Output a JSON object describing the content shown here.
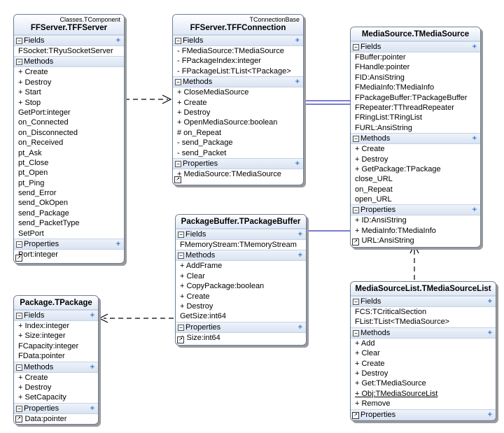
{
  "ui": {
    "fields_label": "Fields",
    "methods_label": "Methods",
    "properties_label": "Properties"
  },
  "classes": {
    "ffserver": {
      "stereotype": "Classes.TComponent",
      "name": "FFServer.TFFServer",
      "fields": [
        "FSocket:TRyuSocketServer"
      ],
      "methods": [
        "+ Create",
        "+ Destroy",
        "+ Start",
        "+ Stop",
        "GetPort:integer",
        "on_Connected",
        "on_Disconnected",
        "on_Received",
        "pt_Ask",
        "pt_Close",
        "pt_Open",
        "pt_Ping",
        "send_Error",
        "send_OkOpen",
        "send_Package",
        "send_PacketType",
        "SetPort"
      ],
      "properties": [
        "Port:integer"
      ]
    },
    "ffconnection": {
      "stereotype": "TConnectionBase",
      "name": "FFServer.TFFConnection",
      "fields": [
        "- FMediaSource:TMediaSource",
        "- FPackageIndex:integer",
        "- FPackageList:TList<TPackage>"
      ],
      "methods": [
        "+ CloseMediaSource",
        "+ Create",
        "+ Destroy",
        "+ OpenMediaSource:boolean",
        "# on_Repeat",
        "- send_Package",
        "- send_Packet"
      ],
      "properties": [
        "+ MediaSource:TMediaSource"
      ]
    },
    "mediasource": {
      "stereotype": "",
      "name": "MediaSource.TMediaSource",
      "fields": [
        "FBuffer:pointer",
        "FHandle:pointer",
        "FID:AnsiString",
        "FMediaInfo:TMediaInfo",
        "FPackageBuffer:TPackageBuffer",
        "FRepeater:TThreadRepeater",
        "FRingList:TRingList",
        "FURL:AnsiString"
      ],
      "methods": [
        "+ Create",
        "+ Destroy",
        "+ GetPackage:TPackage",
        "close_URL",
        "on_Repeat",
        "open_URL"
      ],
      "properties": [
        "+ ID:AnsiString",
        "+ MediaInfo:TMediaInfo",
        "+ URL:AnsiString"
      ]
    },
    "packagebuffer": {
      "stereotype": "",
      "name": "PackageBuffer.TPackageBuffer",
      "fields": [
        "FMemoryStream:TMemoryStream"
      ],
      "methods": [
        "+ AddFrame",
        "+ Clear",
        "+ CopyPackage:boolean",
        "+ Create",
        "+ Destroy",
        "GetSize:int64"
      ],
      "properties": [
        "+ Size:int64"
      ]
    },
    "package": {
      "stereotype": "",
      "name": "Package.TPackage",
      "fields": [
        "+ Index:integer",
        "+ Size:integer",
        "FCapacity:integer",
        "FData:pointer"
      ],
      "methods": [
        "+ Create",
        "+ Destroy",
        "+ SetCapacity"
      ],
      "properties": [
        "+ Data:pointer"
      ]
    },
    "mediasourcelist": {
      "stereotype": "",
      "name": "MediaSourceList.TMediaSourceList",
      "fields": [
        "FCS:TCriticalSection",
        "FList:TList<TMediaSource>"
      ],
      "methods": [
        "+ Add",
        "+ Clear",
        "+ Create",
        "+ Destroy",
        "+ Get:TMediaSource",
        "+ Obj:TMediaSourceList",
        "+ Remove"
      ],
      "properties": []
    }
  }
}
